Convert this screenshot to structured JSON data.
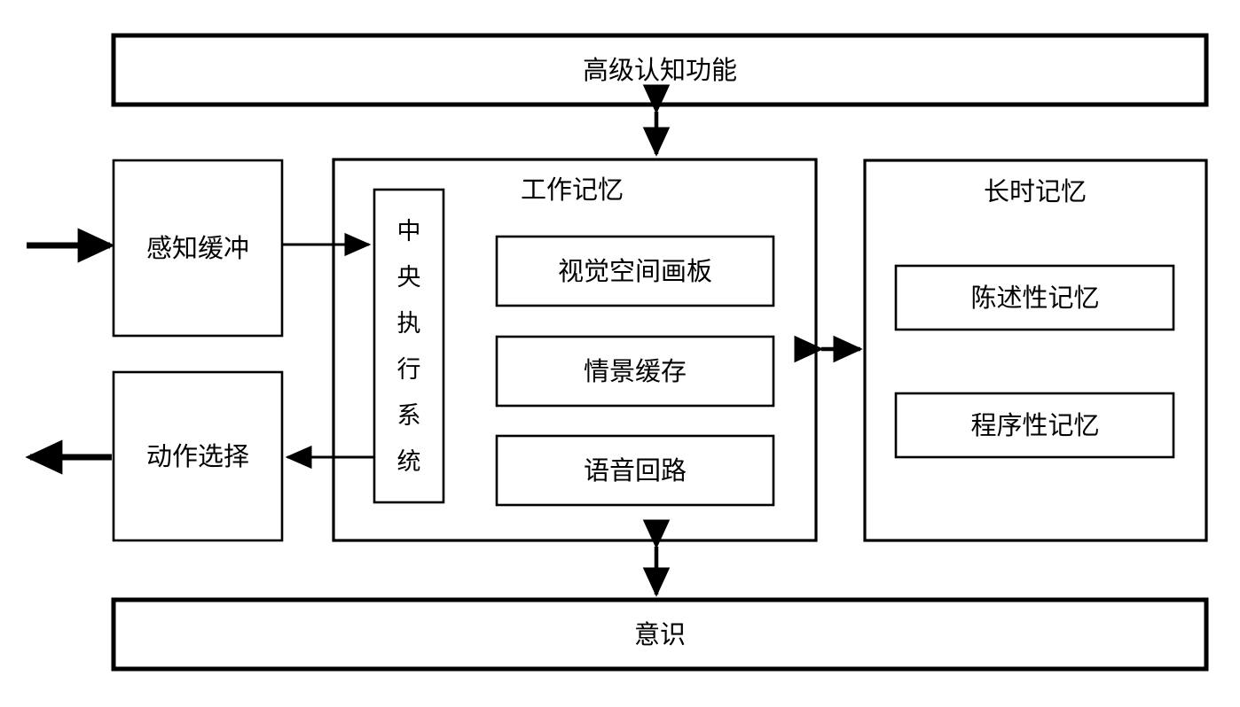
{
  "diagram": {
    "title_visible": false,
    "background_color": "#ffffff",
    "stroke_color": "#000000",
    "top_block": {
      "label": "高级认知功能"
    },
    "bottom_block": {
      "label": "意识"
    },
    "left_column": {
      "perception": {
        "label": "感知缓冲"
      },
      "action": {
        "label": "动作选择"
      }
    },
    "working_memory": {
      "title": "工作记忆",
      "central_executive": {
        "label": "中央执行系统",
        "chars": [
          "中",
          "央",
          "执",
          "行",
          "系",
          "统"
        ]
      },
      "components": [
        {
          "label": "视觉空间画板"
        },
        {
          "label": "情景缓存"
        },
        {
          "label": "语音回路"
        }
      ]
    },
    "long_term_memory": {
      "title": "长时记忆",
      "components": [
        {
          "label": "陈述性记忆"
        },
        {
          "label": "程序性记忆"
        }
      ]
    },
    "connectors": [
      {
        "name": "input-arrow",
        "kind": "single-thick",
        "direction": "right"
      },
      {
        "name": "output-arrow",
        "kind": "single-thick",
        "direction": "left"
      },
      {
        "name": "perception-to-executive",
        "kind": "single-thin",
        "direction": "right"
      },
      {
        "name": "executive-to-action",
        "kind": "single-thin",
        "direction": "left"
      },
      {
        "name": "higher-cognition-to-working-memory",
        "kind": "double",
        "direction": "vertical"
      },
      {
        "name": "working-memory-to-long-term-memory",
        "kind": "double",
        "direction": "horizontal"
      },
      {
        "name": "working-memory-to-consciousness",
        "kind": "double",
        "direction": "vertical"
      }
    ]
  }
}
